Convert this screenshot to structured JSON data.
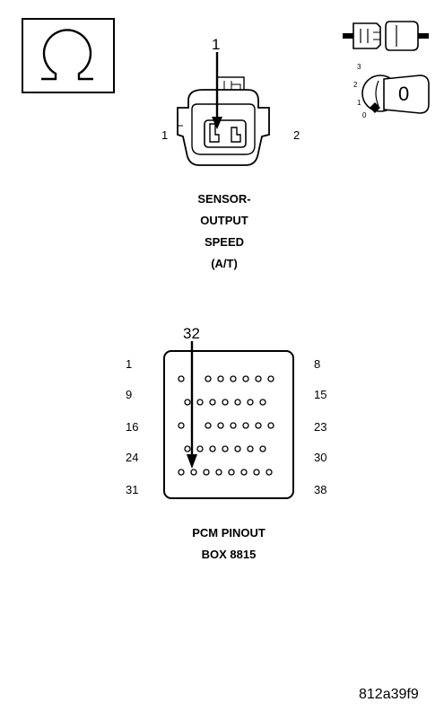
{
  "ohm_icon": {
    "icon": "ohm-meter-icon"
  },
  "connector_icon": {
    "icon": "connector-disconnected-icon"
  },
  "ignition_icon": {
    "icon": "ignition-key-icon",
    "positions": [
      "3",
      "2",
      "1",
      "0"
    ],
    "key_label": "0"
  },
  "sensor": {
    "callout": "1",
    "pin_left": "1",
    "pin_right": "2",
    "title_lines": [
      "SENSOR-",
      "OUTPUT",
      "SPEED",
      "(A/T)"
    ]
  },
  "pcm": {
    "callout": "32",
    "left_labels": [
      "1",
      "9",
      "16",
      "24",
      "31"
    ],
    "right_labels": [
      "8",
      "15",
      "23",
      "30",
      "38"
    ],
    "title_lines": [
      "PCM PINOUT",
      "BOX 8815"
    ]
  },
  "figure_code": "812a39f9"
}
